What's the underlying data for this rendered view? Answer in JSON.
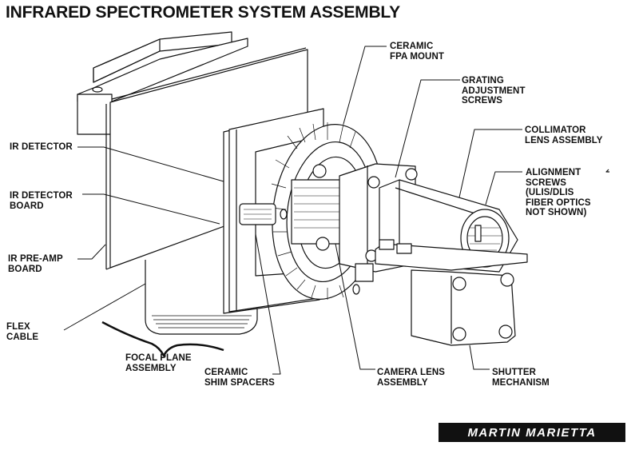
{
  "title": "INFRARED SPECTROMETER SYSTEM ASSEMBLY",
  "labels": {
    "ir_detector": "IR DETECTOR",
    "ir_detector_board": "IR DETECTOR\nBOARD",
    "ir_preamp_board": "IR PRE-AMP\nBOARD",
    "flex_cable": "FLEX\nCABLE",
    "focal_plane_assembly": "FOCAL PLANE\nASSEMBLY",
    "ceramic_shim_spacers": "CERAMIC\nSHIM SPACERS",
    "camera_lens_assembly": "CAMERA LENS\nASSEMBLY",
    "shutter_mechanism": "SHUTTER\nMECHANISM",
    "ceramic_fpa_mount": "CERAMIC\nFPA MOUNT",
    "grating_adjustment_screws": "GRATING\nADJUSTMENT\nSCREWS",
    "collimator_lens_assembly": "COLLIMATOR\nLENS ASSEMBLY",
    "alignment_screws": "ALIGNMENT\nSCREWS\n(ULIS/DLIS\nFIBER OPTICS\nNOT SHOWN)"
  },
  "logo": "MARTIN MARIETTA",
  "colors": {
    "ink": "#111111",
    "paper": "#ffffff"
  }
}
